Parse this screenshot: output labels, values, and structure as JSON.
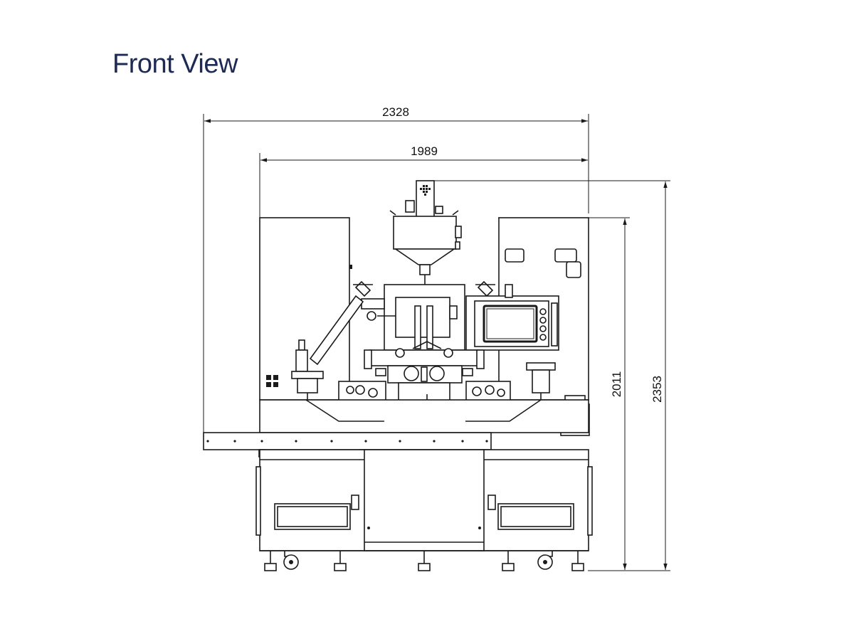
{
  "title": "Front View",
  "view": "front",
  "dimensions": {
    "overall_width": "2328",
    "body_width": "1989",
    "body_height": "2011",
    "overall_height": "2353"
  }
}
